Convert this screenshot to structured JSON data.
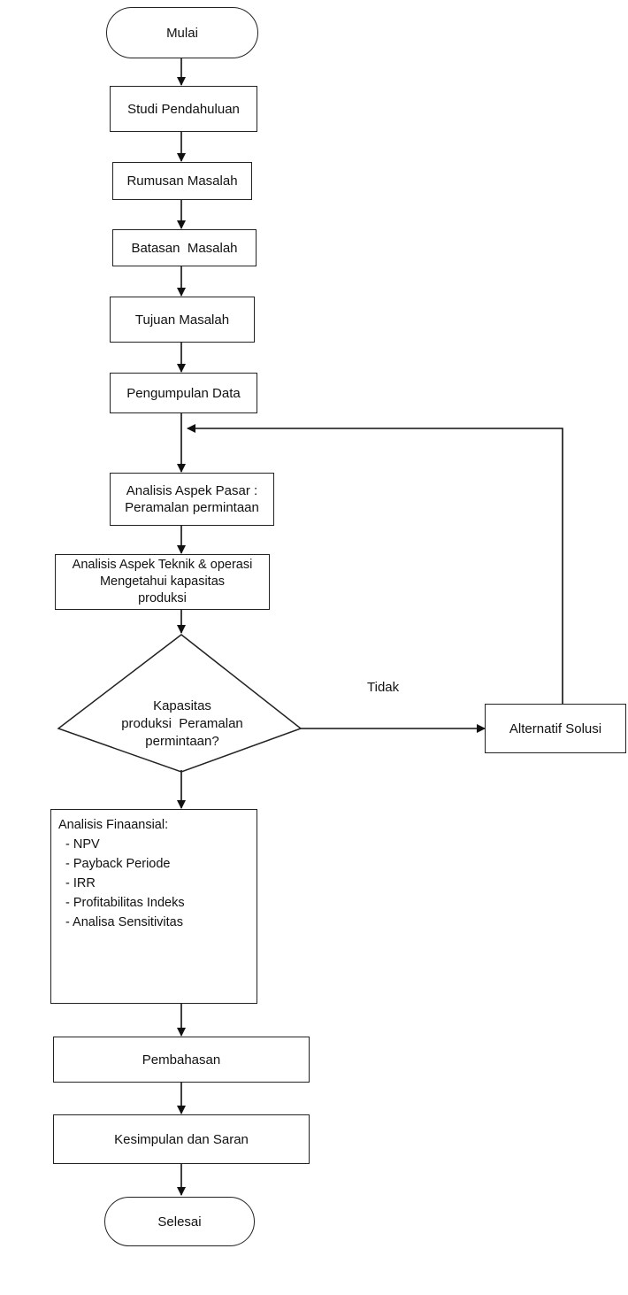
{
  "flowchart": {
    "start": "Mulai",
    "steps": [
      "Studi Pendahuluan",
      "Rumusan Masalah",
      "Batasan  Masalah",
      "Tujuan Masalah",
      "Pengumpulan Data"
    ],
    "market_analysis": [
      "Analisis Aspek Pasar :",
      "Peramalan permintaan"
    ],
    "technical_analysis": [
      "Analisis Aspek Teknik & operasi",
      "Mengetahui kapasitas",
      "produksi"
    ],
    "decision": [
      "Kapasitas",
      "produksi  Peramalan",
      "permintaan?"
    ],
    "decision_no_label": "Tidak",
    "alternative": "Alternatif Solusi",
    "financial": {
      "title": "Analisis Finaansial:",
      "items": [
        "- NPV",
        "- Payback Periode",
        "- IRR",
        "- Profitabilitas Indeks",
        "- Analisa Sensitivitas"
      ]
    },
    "discussion": "Pembahasan",
    "conclusion": "Kesimpulan dan Saran",
    "end": "Selesai"
  }
}
